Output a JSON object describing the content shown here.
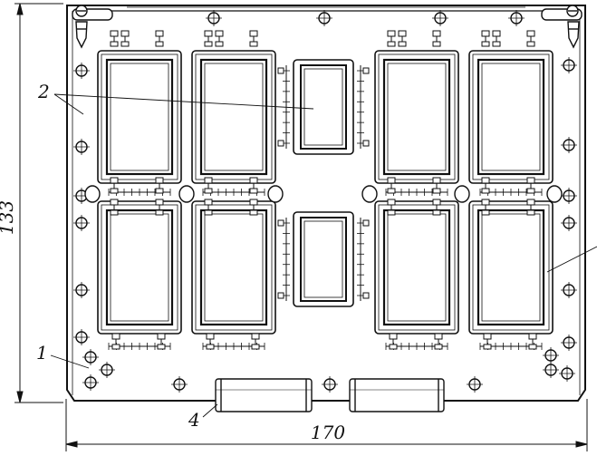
{
  "drawing": {
    "labels": {
      "callout_1": "1",
      "callout_2": "2",
      "callout_4": "4",
      "dim_height": "133",
      "dim_width": "170"
    },
    "ink_color": "#111111",
    "paper_color": "#ffffff"
  }
}
